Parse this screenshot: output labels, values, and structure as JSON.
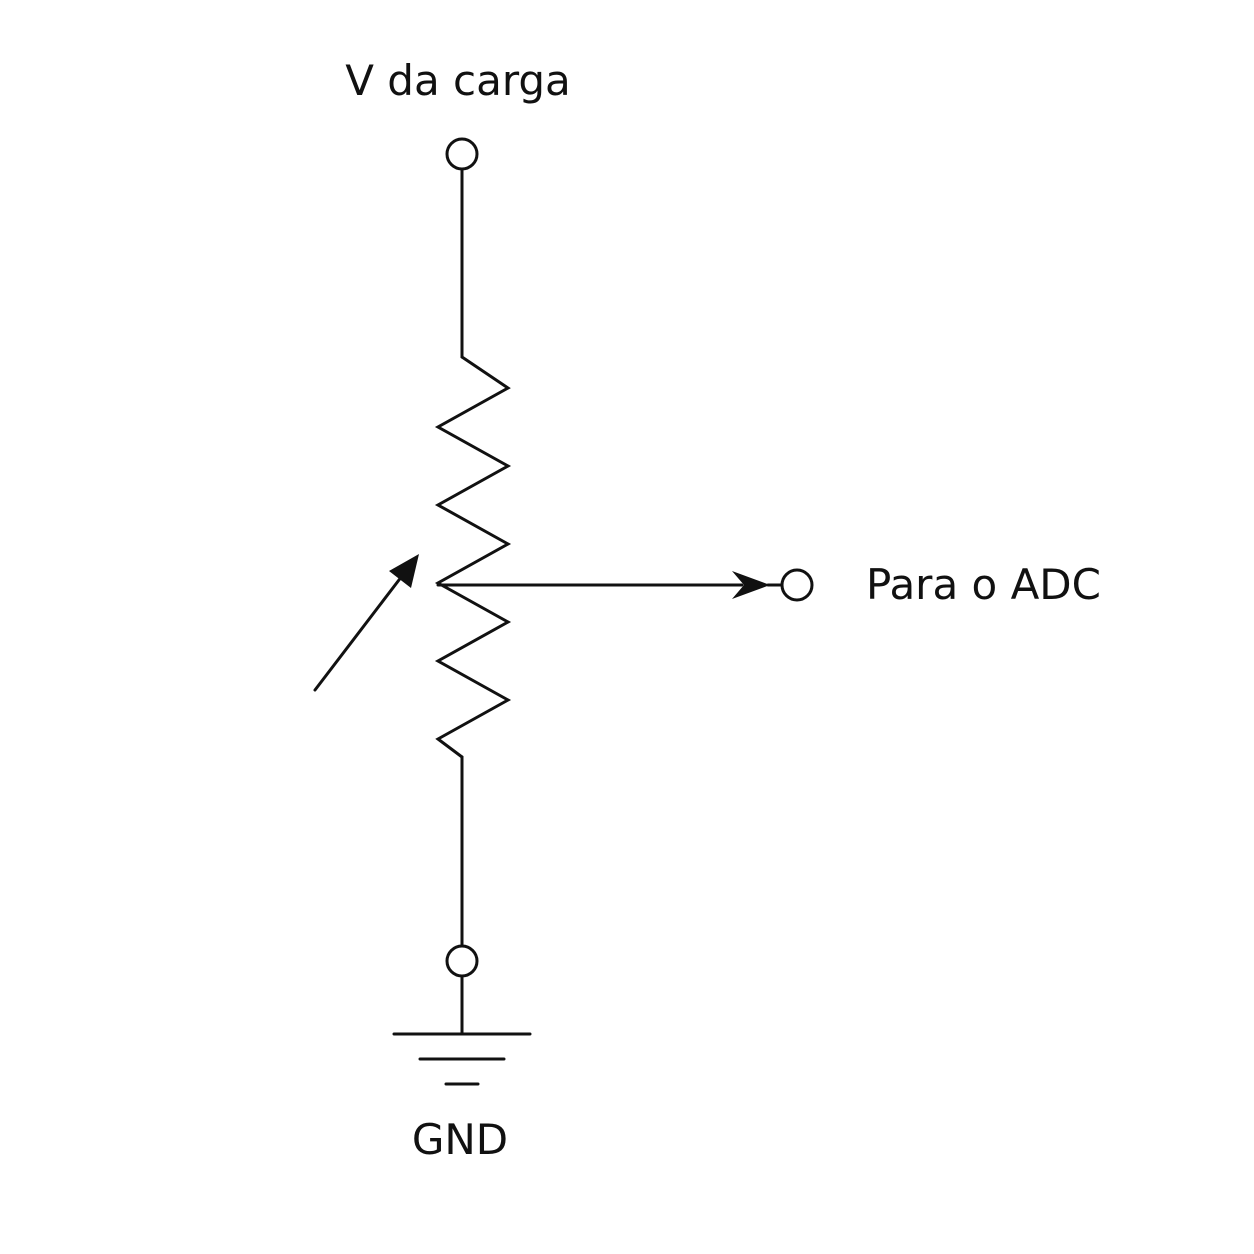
{
  "labels": {
    "top": "V da carga",
    "output": "Para o ADC",
    "bottom": "GND"
  },
  "colors": {
    "stroke": "#111111",
    "background": "#ffffff"
  }
}
